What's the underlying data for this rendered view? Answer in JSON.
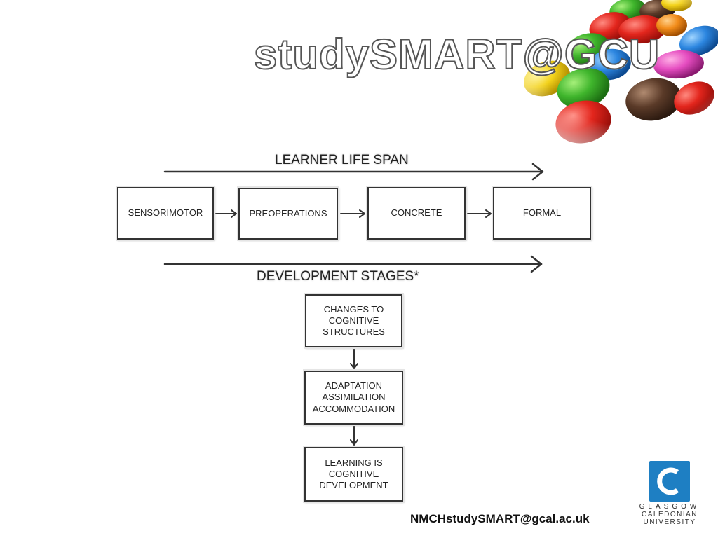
{
  "slide": {
    "title": "studySMART@GCU",
    "lifespan_heading": "LEARNER LIFE SPAN",
    "stages_heading": "DEVELOPMENT STAGES*",
    "stages": [
      "SENSORIMOTOR",
      "PREOPERATIONS",
      "CONCRETE",
      "FORMAL"
    ],
    "process": [
      "CHANGES TO\nCOGNITIVE\nSTRUCTURES",
      "ADAPTATION\nASSIMILATION\nACCOMMODATION",
      "LEARNING IS\nCOGNITIVE\nDEVELOPMENT"
    ],
    "email": "NMCHstudySMART@gcal.ac.uk",
    "logo": {
      "line1": "GLASGOW",
      "line2": "CALEDONIAN",
      "line3": "UNIVERSITY",
      "color": "#1e7fc3"
    }
  }
}
